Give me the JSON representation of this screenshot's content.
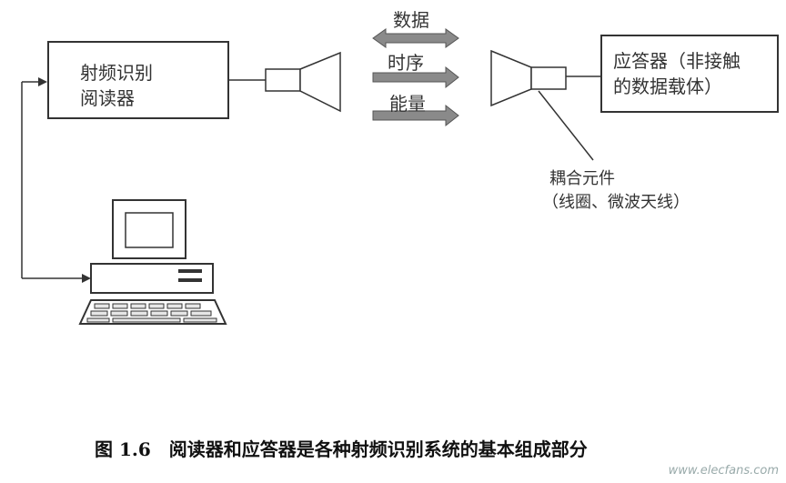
{
  "reader": {
    "line1": "射频识别",
    "line2": "阅读器"
  },
  "transponder": {
    "line1": "应答器（非接触",
    "line2": "的数据载体）"
  },
  "flows": {
    "data": "数据",
    "timing": "时序",
    "energy": "能量"
  },
  "coupling": {
    "line1": "耦合元件",
    "line2": "（线圈、微波天线）"
  },
  "caption": "图 1.6　阅读器和应答器是各种射频识别系统的基本组成部分",
  "watermark": "www.elecfans.com",
  "colors": {
    "arrow_fill": "#8a8a8a",
    "stroke": "#333333"
  }
}
